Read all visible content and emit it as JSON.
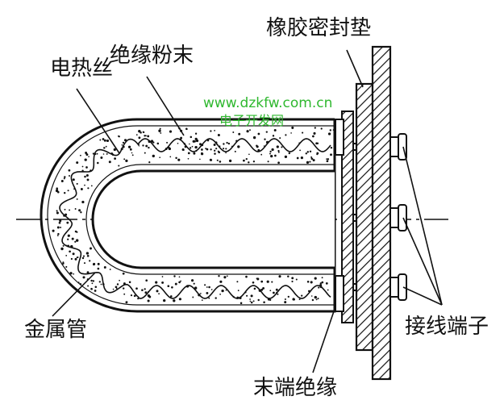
{
  "labels": {
    "heating_wire": "电热丝",
    "insulating_powder": "绝缘粉末",
    "rubber_gasket": "橡胶密封垫",
    "metal_tube": "金属管",
    "terminal": "接线端子",
    "end_insulation": "末端绝缘"
  },
  "watermark": {
    "url": "www.dzkfw.com.cn",
    "name": "电子开发网",
    "color": "#2fb82f"
  }
}
